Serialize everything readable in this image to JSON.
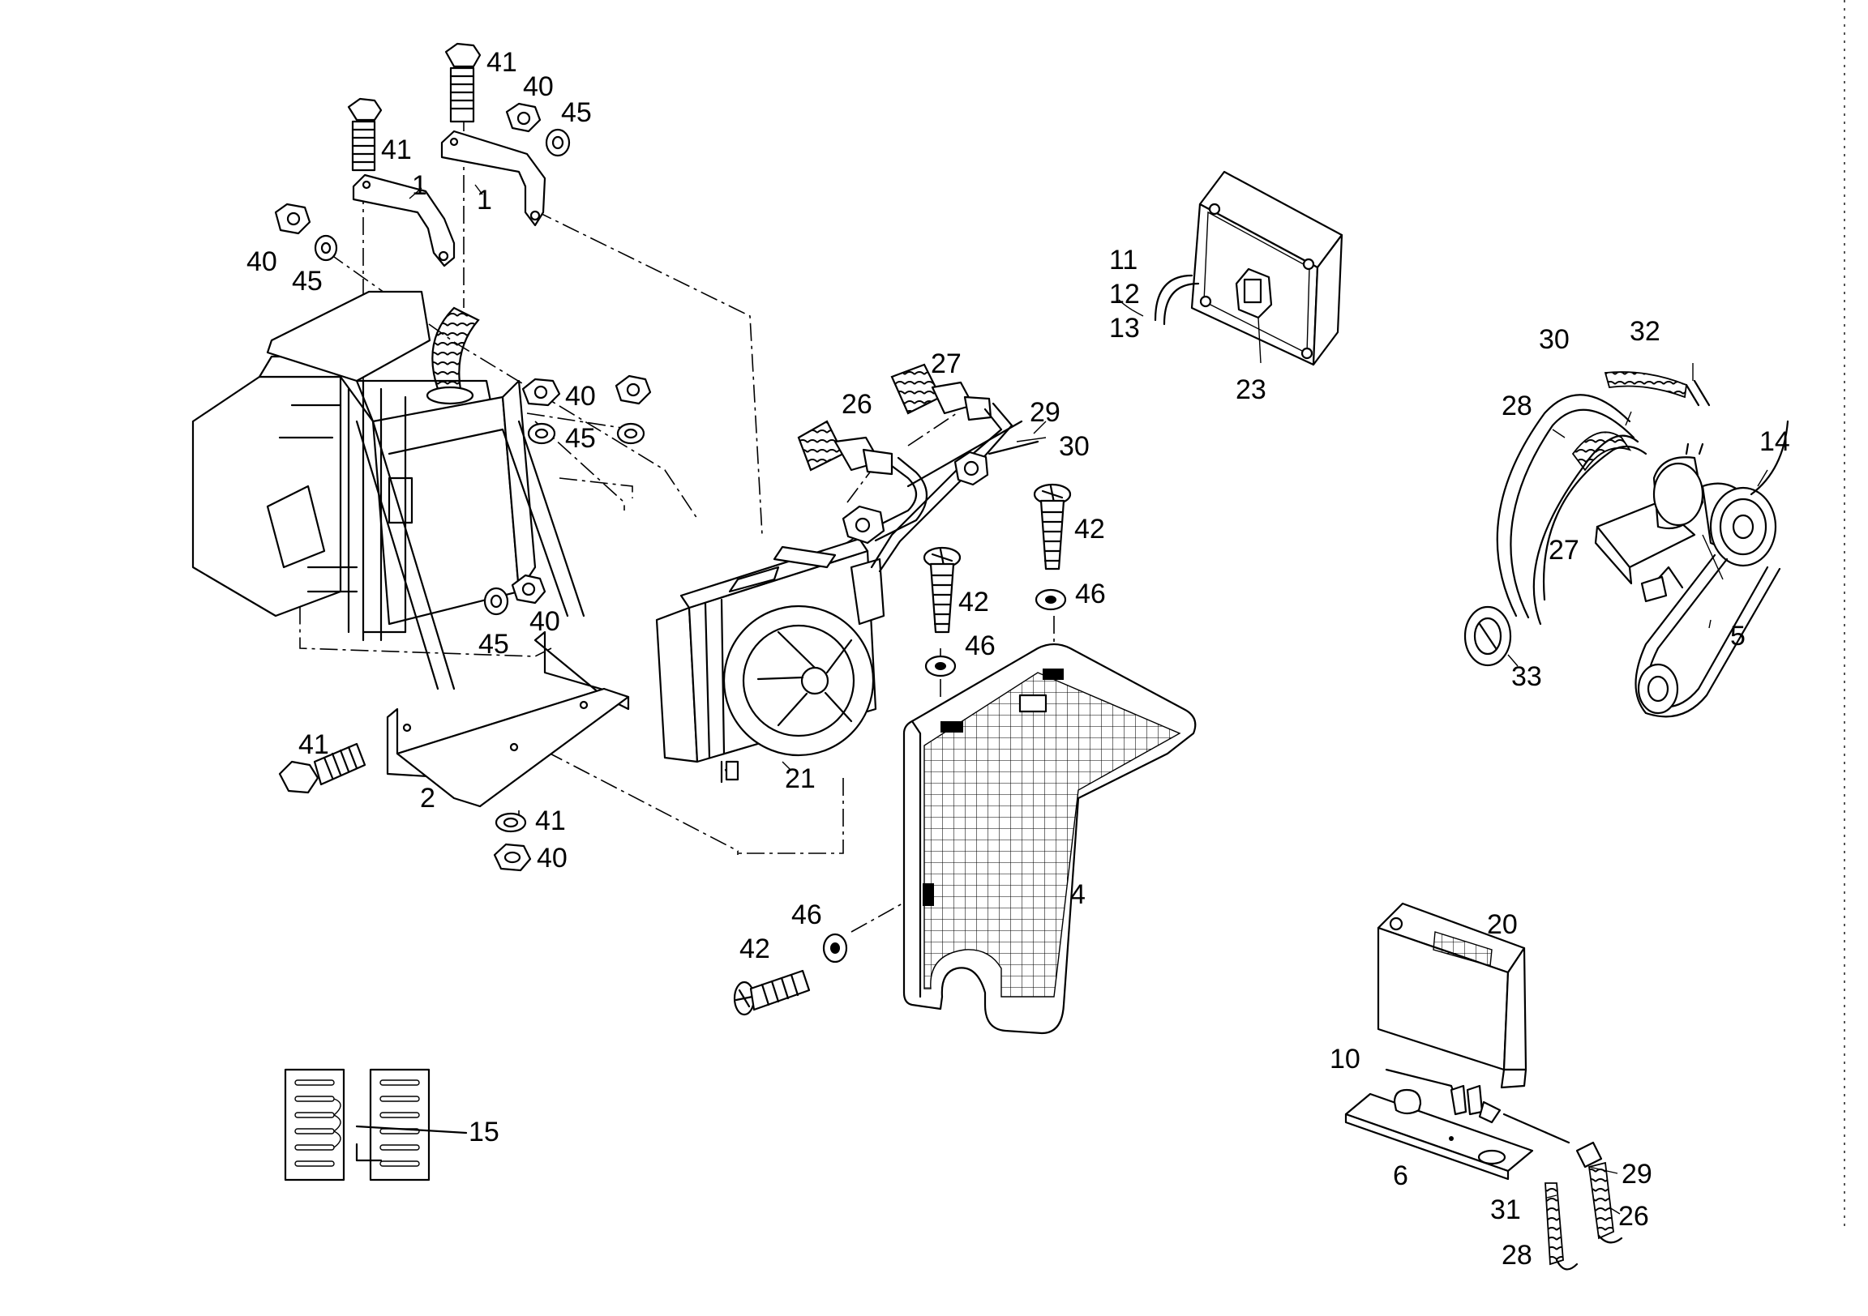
{
  "labels": {
    "l1": "41",
    "l2": "40",
    "l3": "45",
    "l4": "41",
    "l5": "1",
    "l6": "1",
    "l7": "40",
    "l8": "45",
    "l9": "40",
    "l10": "45",
    "l11": "40",
    "l12": "45",
    "l13": "45",
    "l14": "40",
    "l15": "41",
    "l16": "2",
    "l17": "41",
    "l18": "40",
    "l19": "21",
    "l20": "26",
    "l21": "27",
    "l22": "29",
    "l23": "30",
    "l24": "42",
    "l25": "46",
    "l26": "42",
    "l27": "46",
    "l28": "4",
    "l29": "46",
    "l30": "42",
    "l31": "11",
    "l32": "12",
    "l33": "13",
    "l34": "23",
    "l35": "30",
    "l36": "32",
    "l37": "28",
    "l38": "14",
    "l39": "27",
    "l40": "5",
    "l41": "33",
    "l42": "20",
    "l43": "10",
    "l44": "6",
    "l45": "29",
    "l46": "31",
    "l47": "26",
    "l48": "28",
    "l49": "15"
  }
}
